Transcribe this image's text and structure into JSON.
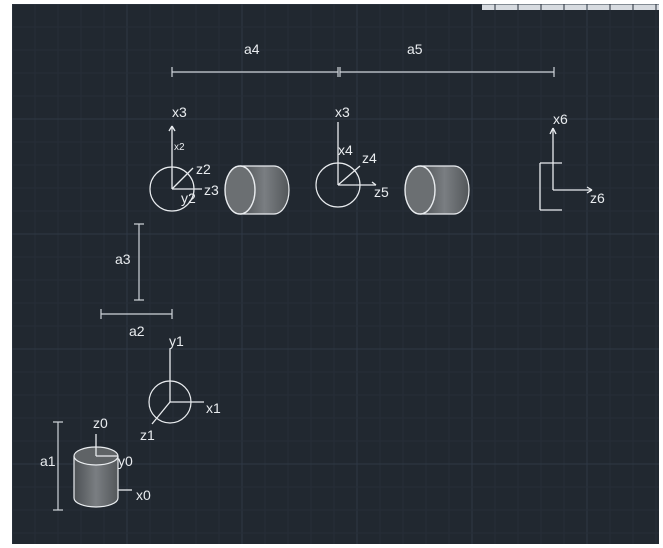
{
  "diagram": {
    "dimensions": {
      "a1": "a1",
      "a2": "a2",
      "a3": "a3",
      "a4": "a4",
      "a5": "a5"
    },
    "frame0": {
      "z": "z0",
      "y": "y0",
      "x": "x0"
    },
    "frame1": {
      "y": "y1",
      "x": "x1",
      "z": "z1"
    },
    "frame2": {
      "x": "x2",
      "z": "z2",
      "y": "y2"
    },
    "frame3": {
      "x": "x3",
      "z": "z3"
    },
    "frame4": {
      "x": "x4",
      "z": "z4"
    },
    "frame4_top": {
      "x": "x3"
    },
    "frame5": {
      "z": "z5"
    },
    "frame6": {
      "x": "x6",
      "z": "z6"
    }
  },
  "colors": {
    "background": "#212830",
    "grid_major": "#2e3845",
    "grid_minor": "#262e38",
    "line": "#e9ecef",
    "joint_fill": "#6b6f72"
  }
}
